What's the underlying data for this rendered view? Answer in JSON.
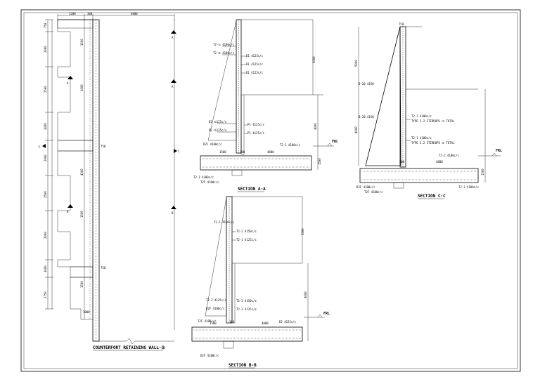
{
  "titles": {
    "plan": "COUNTERFORT RETAINING WALL-①",
    "section_a": "SECTION A-A",
    "section_b": "SECTION B-B",
    "section_c": "SECTION C-C"
  },
  "plan": {
    "top_dims": [
      "1200",
      "300",
      "4800"
    ],
    "left_dims": [
      "750",
      "2000",
      "2500",
      "3000",
      "2000",
      "2500",
      "2000",
      "3000",
      "2750"
    ],
    "wall_dims": [
      "1500",
      "2000",
      "4300",
      "1500",
      "1500",
      "1000"
    ],
    "markers": [
      "A",
      "B",
      "C"
    ],
    "small_dims": [
      "750",
      "750"
    ]
  },
  "section_a": {
    "labels_left": [
      "T2-① 4100c/c",
      "T2-② 4100c/c",
      "D2 ①125c/c",
      "D2 ②125c/c",
      "D2F 4100c/c",
      "T2-3 4100c/c",
      "T2F 4100c/c"
    ],
    "labels_right": [
      "D1 4125c/c",
      "D1 4125c/c",
      "D1 4125c/c",
      "P1 4125c/c",
      "P1 4125c/c",
      "T2-1 4100c/c"
    ],
    "dims": [
      "5000",
      "4000",
      "300",
      "4800",
      "1500",
      "1500"
    ],
    "frl": "FRL"
  },
  "section_b": {
    "labels": [
      "T2-1 4150c/c",
      "T2-2 4150c/c",
      "T2-1 4125c/c",
      "T2-2 4125c/c",
      "T2-3 4150c/c",
      "T2-3 4125c/c",
      "D2F 4100c/c",
      "T2F 4100c/c",
      "D2 4125c/c",
      "D2F 4100c/c"
    ],
    "dims": [
      "5000",
      "4000",
      "300",
      "4800",
      "1500"
    ],
    "frl": "FRL"
  },
  "section_c": {
    "labels": [
      "B-20 4150",
      "T2-1 4100c/c",
      "T2-1 4100c/c",
      "T2-2 4100c/c",
      "D2F 4100c/c",
      "T2F 4100c/c",
      "T2-3 4100c/c"
    ],
    "notes": [
      "TYPE 2.2 STIRRUPS ① TOTAL",
      "TYPE 2.2 STIRRUPS ② TOTAL"
    ],
    "dims": [
      "5000",
      "4000",
      "300",
      "4800",
      "1500",
      "750"
    ],
    "frl": "FRL"
  }
}
